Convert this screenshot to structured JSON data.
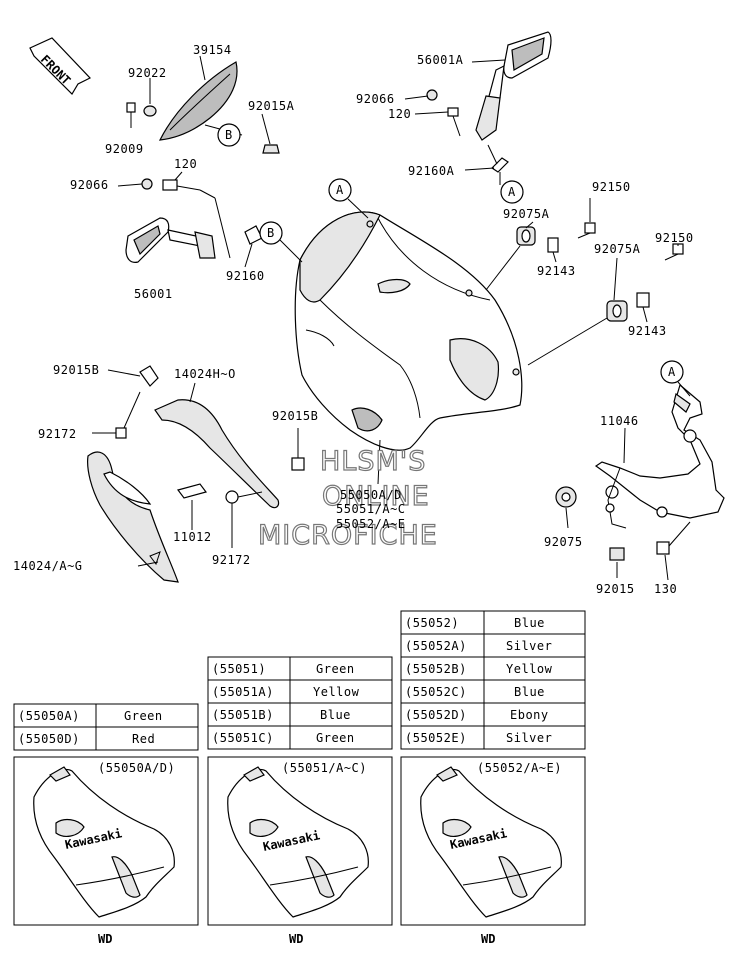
{
  "direction_label": "FRONT",
  "callouts": {
    "a": "A",
    "b": "B"
  },
  "parts": {
    "p39154": "39154",
    "p92022": "92022",
    "p92009": "92009",
    "p92015a": "92015A",
    "p56001a": "56001A",
    "p92066_right": "92066",
    "p120_right": "120",
    "p92160a": "92160A",
    "p120_left": "120",
    "p92066_left": "92066",
    "p56001": "56001",
    "p92160": "92160",
    "p92075a_upper": "92075A",
    "p92143_upper": "92143",
    "p92150_upper": "92150",
    "p92150_lower": "92150",
    "p92075a_lower": "92075A",
    "p92143_lower": "92143",
    "p92015b_left": "92015B",
    "p14024h": "14024H~O",
    "p92172_left": "92172",
    "p92015b_center": "92015B",
    "p11046": "11046",
    "p55050": "55050A/D",
    "p55051": "55051/A~C",
    "p55052": "55052/A~E",
    "p11012": "11012",
    "p92172_center": "92172",
    "p14024": "14024/A~G",
    "p92075": "92075",
    "p92015": "92015",
    "p130": "130"
  },
  "watermark": {
    "line1": "HLSM'S",
    "line2": "ONLINE",
    "line3": "MICROFICHE"
  },
  "color_tables": {
    "t55050": [
      {
        "code": "(55050A)",
        "color": "Green"
      },
      {
        "code": "(55050D)",
        "color": "Red"
      }
    ],
    "t55051": [
      {
        "code": "(55051)",
        "color": "Green"
      },
      {
        "code": "(55051A)",
        "color": "Yellow"
      },
      {
        "code": "(55051B)",
        "color": "Blue"
      },
      {
        "code": "(55051C)",
        "color": "Green"
      }
    ],
    "t55052": [
      {
        "code": "(55052)",
        "color": "Blue"
      },
      {
        "code": "(55052A)",
        "color": "Silver"
      },
      {
        "code": "(55052B)",
        "color": "Yellow"
      },
      {
        "code": "(55052C)",
        "color": "Blue"
      },
      {
        "code": "(55052D)",
        "color": "Ebony"
      },
      {
        "code": "(55052E)",
        "color": "Silver"
      }
    ]
  },
  "variant_panels": [
    {
      "title": "(55050A/D)",
      "decal": "Kawasaki",
      "caption": "WD"
    },
    {
      "title": "(55051/A~C)",
      "decal": "Kawasaki",
      "caption": "WD"
    },
    {
      "title": "(55052/A~E)",
      "decal": "Kawasaki",
      "caption": "WD"
    }
  ]
}
